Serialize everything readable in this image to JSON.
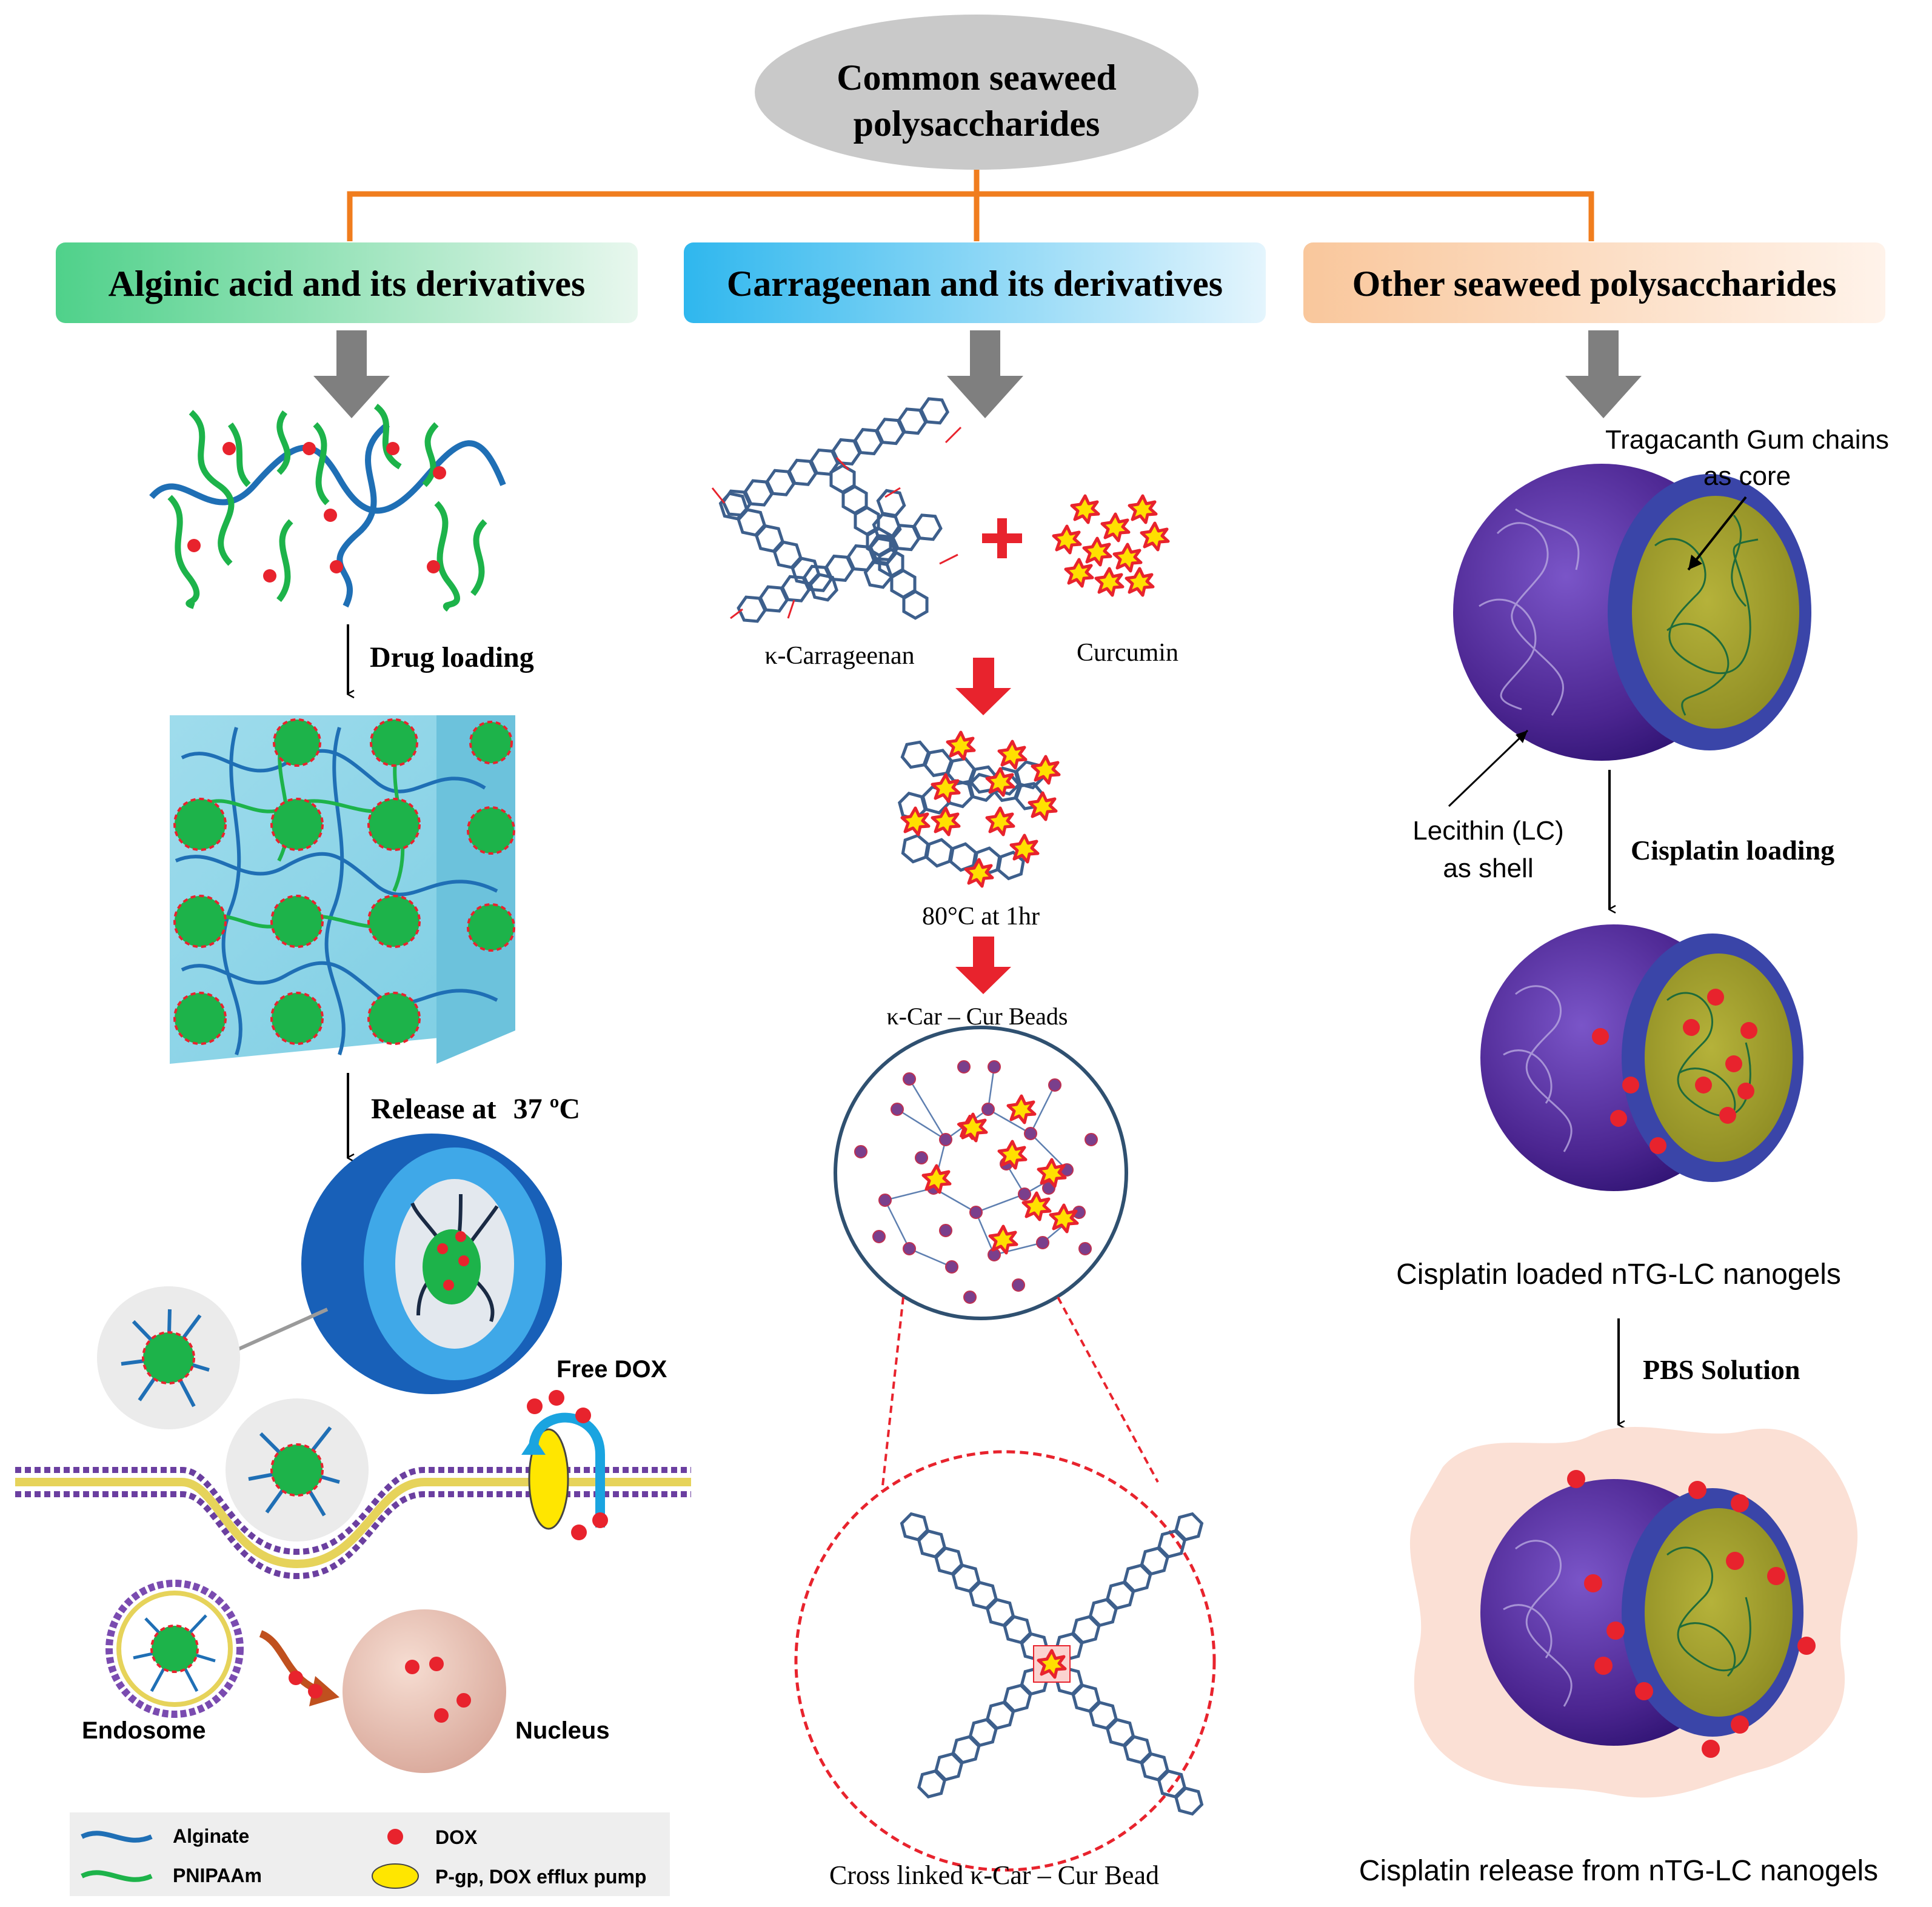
{
  "root": {
    "line1": "Common seaweed",
    "line2": "polysaccharides"
  },
  "branches": {
    "alginic": "Alginic acid and its derivatives",
    "carrageenan": "Carrageenan and its derivatives",
    "other": "Other seaweed polysaccharides"
  },
  "alginate_panel": {
    "step1": "Drug loading",
    "step2_prefix": "Release at",
    "step2_value": "37 ºC",
    "free_dox": "Free DOX",
    "endosome": "Endosome",
    "nucleus": "Nucleus",
    "legend": {
      "alginate": "Alginate",
      "pnipaam": "PNIPAAm",
      "dox": "DOX",
      "pgp": "P-gp, DOX efflux pump"
    }
  },
  "carrageenan_panel": {
    "k_carrageenan": "κ-Carrageenan",
    "curcumin": "Curcumin",
    "condition": "80°C at 1hr",
    "beads": "κ-Car – Cur Beads",
    "crosslinked": "Cross linked κ-Car – Cur Bead"
  },
  "other_panel": {
    "core_line1": "Tragacanth Gum chains",
    "core_line2": "as core",
    "shell_line1": "Lecithin (LC)",
    "shell_line2": "as shell",
    "loading": "Cisplatin loading",
    "loaded": "Cisplatin loaded nTG-LC nanogels",
    "pbs": "PBS Solution",
    "release": "Cisplatin release from nTG-LC nanogels"
  },
  "colors": {
    "connector": "#f07d1e",
    "alginate_chain": "#1f6fb5",
    "pnipaam_chain": "#1db34a",
    "dox": "#e8232d",
    "curcumin_fill": "#ffe000",
    "carrageenan_ring": "#3d5f8c",
    "nanogel_shell": "#5b2a9a",
    "nanogel_core": "#9a9a2a",
    "arrow_gray": "#7f7f7f",
    "arrow_red": "#e8232d"
  }
}
